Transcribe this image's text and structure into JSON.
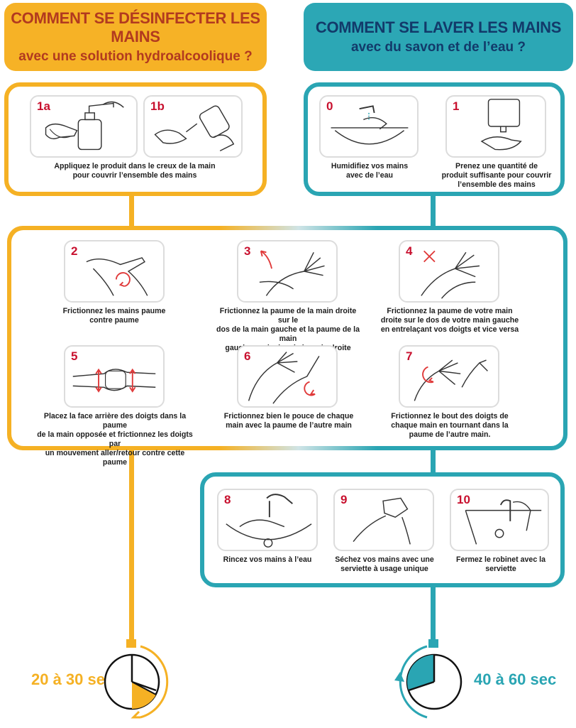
{
  "header_left": {
    "title": "COMMENT SE DÉSINFECTER LES MAINS",
    "subtitle": "avec une solution hydroalcoolique ?"
  },
  "header_right": {
    "title": "COMMENT SE LAVER LES MAINS",
    "subtitle": "avec du savon et de l’eau ?"
  },
  "steps": {
    "s1a": {
      "number": "1a"
    },
    "s1b": {
      "number": "1b"
    },
    "s1_caption_line1": "Appliquez le produit dans le creux de la main",
    "s1_caption_line2": "pour couvrir l’ensemble des mains",
    "s0": {
      "number": "0",
      "line1": "Humidifiez vos mains",
      "line2": "avec de l’eau"
    },
    "s1": {
      "number": "1",
      "line1": "Prenez une quantité de",
      "line2": "produit suffisante pour couvrir",
      "line3": "l’ensemble des mains"
    },
    "s2": {
      "number": "2",
      "line1": "Frictionnez les mains paume",
      "line2": "contre paume"
    },
    "s3": {
      "number": "3",
      "line1": "Frictionnez la paume de la main droite sur le",
      "line2": "dos de la main gauche et la paume de la main",
      "line3": "gauche sur le dos de la main droite"
    },
    "s4": {
      "number": "4",
      "line1": "Frictionnez la paume de votre main",
      "line2": "droite sur le dos de votre main gauche",
      "line3": "en entrelaçant vos doigts et vice versa"
    },
    "s5": {
      "number": "5",
      "line1": "Placez la face arrière des doigts dans la paume",
      "line2": "de la main opposée et frictionnez les doigts par",
      "line3": "un mouvement aller/retour contre cette paume"
    },
    "s6": {
      "number": "6",
      "line1": "Frictionnez bien le pouce de chaque",
      "line2": "main avec la paume de l’autre main"
    },
    "s7": {
      "number": "7",
      "line1": "Frictionnez le bout des doigts de",
      "line2": "chaque main en tournant dans la",
      "line3": "paume de l’autre main."
    },
    "s8": {
      "number": "8",
      "line1": "Rincez vos mains à l’eau"
    },
    "s9": {
      "number": "9",
      "line1": "Séchez vos mains avec une",
      "line2": "serviette à usage unique"
    },
    "s10": {
      "number": "10",
      "line1": "Fermez le robinet avec la",
      "line2": "serviette"
    }
  },
  "timers": {
    "left_label": "20 à 30 sec",
    "right_label": "40 à 60 sec"
  },
  "colors": {
    "orange": "#f5b124",
    "teal": "#2aa5b3",
    "red_number": "#c8102e",
    "left_title": "#b23a1f",
    "right_title": "#123a6a"
  }
}
